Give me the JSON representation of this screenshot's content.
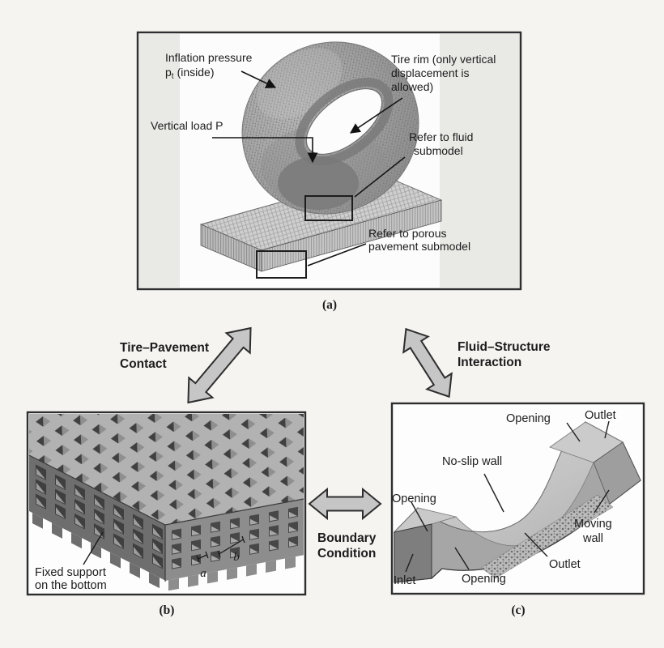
{
  "figure": {
    "type": "scientific-figure",
    "description": "Tire-pavement-fluid interaction multiscale model schematic"
  },
  "panel_a": {
    "caption": "(a)",
    "labels": {
      "inflation_line1": "Inflation pressure",
      "inflation_p": "p",
      "inflation_sub": "t",
      "inflation_rest": "(inside)",
      "tire_rim_line1": "Tire rim (only vertical",
      "tire_rim_line2": "displacement is",
      "tire_rim_line3": "allowed)",
      "vertical_load": "Vertical load P",
      "fluid_line1": "Refer to fluid",
      "fluid_line2": "submodel",
      "porous_line1": "Refer to porous",
      "porous_line2": "pavement submodel"
    }
  },
  "connectors": {
    "tire_pavement_line1": "Tire–Pavement",
    "tire_pavement_line2": "Contact",
    "fsi_line1": "Fluid–Structure",
    "fsi_line2": "Interaction",
    "boundary_line1": "Boundary",
    "boundary_line2": "Condition"
  },
  "panel_b": {
    "caption": "(b)",
    "labels": {
      "fixed_line1": "Fixed support",
      "fixed_line2": "on the bottom",
      "dim_a": "a",
      "dim_b": "b"
    }
  },
  "panel_c": {
    "caption": "(c)",
    "labels": {
      "opening_top": "Opening",
      "outlet_top": "Outlet",
      "no_slip": "No-slip wall",
      "opening_left": "Opening",
      "moving_line1": "Moving",
      "moving_line2": "wall",
      "outlet_bottom": "Outlet",
      "inlet": "Inlet",
      "opening_bottom": "Opening"
    }
  },
  "colors": {
    "page_bg": "#f5f4f1",
    "panel_bg": "#fcfcfc",
    "panel_border": "#2e2e2e",
    "gray_band": "#e9e9e6",
    "arrow_fill": "#c6c6c6",
    "arrow_stroke": "#2e2e2e",
    "tire_gray": "#9a9a9a",
    "slab_gray": "#cdcdcd",
    "block_top": "#b2b2b2",
    "block_left": "#6e6e6e",
    "block_right": "#8d8d8d",
    "ink": "#1c1c1c"
  }
}
